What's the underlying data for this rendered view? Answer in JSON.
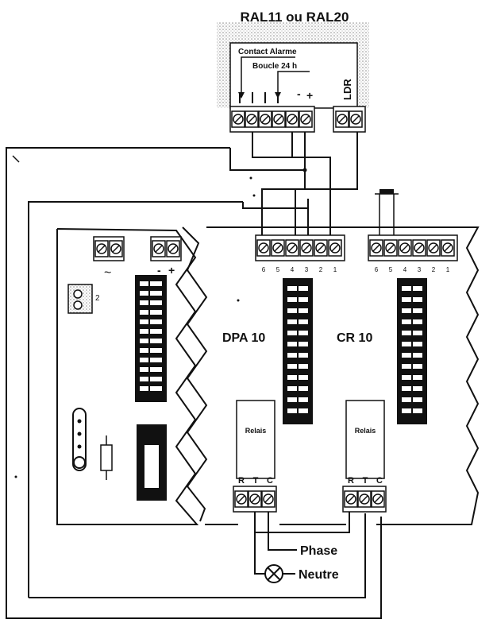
{
  "unit": {
    "title": "RAL11 ou RAL20",
    "contact_label": "Contact Alarme",
    "loop_label": "Boucle 24 h",
    "minus": "-",
    "plus": "+",
    "ldr": "LDR"
  },
  "panel": {
    "ac_symbol": "~",
    "minus": "-",
    "plus": "+",
    "fuse_mark": "2"
  },
  "modules": [
    {
      "name": "DPA 10",
      "relay": "Relais",
      "terms": [
        "6",
        "5",
        "4",
        "3",
        "2",
        "1"
      ],
      "relay_terms": [
        "R",
        "T",
        "C"
      ]
    },
    {
      "name": "CR 10",
      "relay": "Relais",
      "terms": [
        "6",
        "5",
        "4",
        "3",
        "2",
        "1"
      ],
      "relay_terms": [
        "R",
        "T",
        "C"
      ]
    }
  ],
  "load": {
    "phase": "Phase",
    "neutral": "Neutre"
  },
  "colors": {
    "ink": "#111111",
    "paper": "#ffffff",
    "halftone": "#9a9a9a"
  }
}
